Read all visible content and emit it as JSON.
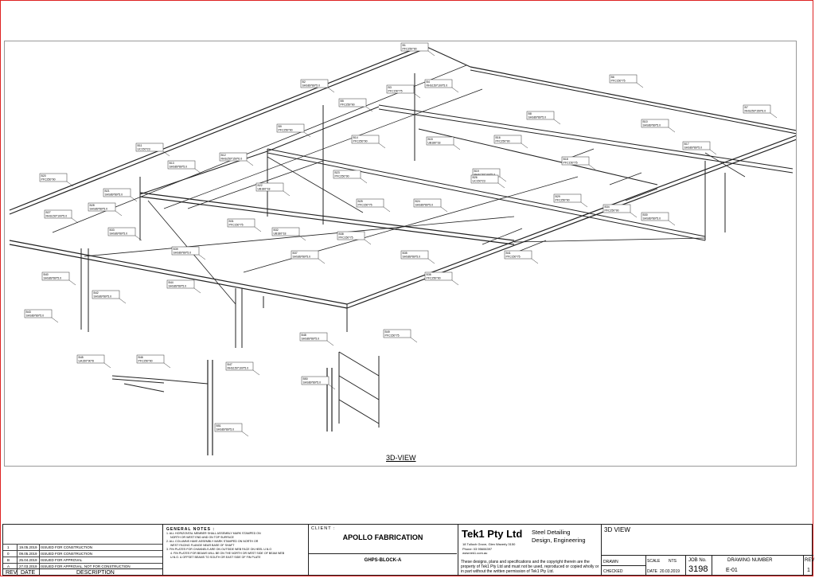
{
  "view_title": "3D-VIEW",
  "member_tags": [
    {
      "mark": "B1",
      "section": "PFC250*90"
    },
    {
      "mark": "B2",
      "section": "SHS89*89*5.0"
    },
    {
      "mark": "B3",
      "section": "PFC150*75"
    },
    {
      "mark": "B4",
      "section": "RHS150*100*5.0"
    },
    {
      "mark": "B5",
      "section": "PFC250*90"
    },
    {
      "mark": "B6",
      "section": "PFC150*75"
    },
    {
      "mark": "B7",
      "section": "RHS250*150*6.0"
    },
    {
      "mark": "B8",
      "section": "SHS89*89*5.0"
    },
    {
      "mark": "B9",
      "section": "PFC250*90"
    },
    {
      "mark": "B10",
      "section": "SHS89*89*5.0"
    },
    {
      "mark": "B11",
      "section": "UC150*23"
    },
    {
      "mark": "B12",
      "section": "RHS250*150*6.0"
    },
    {
      "mark": "B13",
      "section": "SHS89*89*5.0"
    },
    {
      "mark": "B14",
      "section": "PFC250*90"
    },
    {
      "mark": "B15",
      "section": "UB180*18"
    },
    {
      "mark": "B16",
      "section": "PFC250*90"
    },
    {
      "mark": "B17",
      "section": "SHS89*89*5.0"
    },
    {
      "mark": "B18",
      "section": "PFC150*75"
    },
    {
      "mark": "B19",
      "section": "RHS150*100*5.0"
    },
    {
      "mark": "B20",
      "section": "PFC250*90"
    },
    {
      "mark": "B21",
      "section": "SHS89*89*5.0"
    },
    {
      "mark": "B22",
      "section": "UB180*18"
    },
    {
      "mark": "B23",
      "section": "PFC250*90"
    },
    {
      "mark": "B24",
      "section": "SHS89*89*5.0"
    },
    {
      "mark": "B25",
      "section": "PFC150*75"
    },
    {
      "mark": "B26",
      "section": "UC150*23"
    },
    {
      "mark": "B27",
      "section": "RHS150*100*5.0"
    },
    {
      "mark": "B28",
      "section": "SHS89*89*5.0"
    },
    {
      "mark": "B29",
      "section": "PFC250*90"
    },
    {
      "mark": "B30",
      "section": "SHS89*89*5.0"
    },
    {
      "mark": "B31",
      "section": "PFC150*75"
    },
    {
      "mark": "B32",
      "section": "UB180*18"
    },
    {
      "mark": "B33",
      "section": "SHS89*89*5.0"
    },
    {
      "mark": "B34",
      "section": "PFC250*90"
    },
    {
      "mark": "B35",
      "section": "SHS89*89*5.0"
    },
    {
      "mark": "B36",
      "section": "PFC250*90"
    },
    {
      "mark": "B37",
      "section": "SHS89*89*5.0"
    },
    {
      "mark": "B38",
      "section": "PFC150*75"
    },
    {
      "mark": "B39",
      "section": "SHS89*89*5.0"
    },
    {
      "mark": "B40",
      "section": "SHS89*89*5.0"
    },
    {
      "mark": "B41",
      "section": "PFC150*75"
    },
    {
      "mark": "B42",
      "section": "SHS89*89*5.0"
    },
    {
      "mark": "B43",
      "section": "SHS89*89*5.0"
    },
    {
      "mark": "B44",
      "section": "SHS89*89*5.0"
    },
    {
      "mark": "B45",
      "section": "UA150*90*8"
    },
    {
      "mark": "B46",
      "section": "PFC250*90"
    },
    {
      "mark": "B47",
      "section": "RHS150*100*5.0"
    },
    {
      "mark": "B48",
      "section": "SHS89*89*5.0"
    },
    {
      "mark": "B49",
      "section": "PFC150*75"
    },
    {
      "mark": "B50",
      "section": "SHS89*89*5.0"
    },
    {
      "mark": "B51",
      "section": "SHS89*89*5.0"
    }
  ],
  "revisions": [
    {
      "rev": "1",
      "date": "19.05.2019",
      "desc": "ISSUED FOR CONSTRUCTION"
    },
    {
      "rev": "0",
      "date": "09.05.2019",
      "desc": "ISSUED FOR CONSTRUCTION"
    },
    {
      "rev": "B",
      "date": "25.04.2019",
      "desc": "ISSUED FOR APPROVAL"
    },
    {
      "rev": "A",
      "date": "27.03.2019",
      "desc": "ISSUED FOR APPROVAL, NOT FOR CONSTRUCTION"
    }
  ],
  "rev_headers": {
    "rev": "REV",
    "date": "DATE",
    "desc": "DESCRIPTION"
  },
  "notes": {
    "title": "GENERAL NOTES :",
    "items": [
      "1. ALL HORIZONTAL MEMBER SHALL ASSEMBLY MARK STAMPED ON",
      "NORTH OR WEST END AND ON TOP SURFACE",
      "2. ALL COLUMNS HAVE ASSEMBLY MARK STAMPED ON NORTH OR",
      "WEST FACING FLANGE NEAR BASE OF SHAFT",
      "3. FIN PLATES FOR CHANNELS ARE ON OUTSIDE WEB FACE ON HEEL U.N.O",
      "4. FIN PLATES FOR BEAMS WILL BE ON THE NORTH OR WEST SIDE OF BEAM WEB",
      "U.N.O. & OFFSET BEAMS TO SOUTH OR EAST SIDE OF FIN PLATE"
    ]
  },
  "client": {
    "label": "CLIENT :",
    "name": "APOLLO FABRICATION",
    "title": "GHPS-BLOCK-A"
  },
  "company": {
    "name": "Tek1 Pty Ltd",
    "services1": "Steel Detailing",
    "services2": "Design, Engineering",
    "address": "18 Tulloch Grove, Glen Waverly 3150",
    "phone": "Phone: 03 95606397",
    "web": "www.tek1.com.au",
    "copyright": "These designs, plans and specifications and the copyright therein are the property of Tek1 Pty Ltd and must not be used, reproduced or copied wholly or in part without the written permission of Tek1 Pty Ltd."
  },
  "sheet": {
    "view": "3D VIEW",
    "drawn_label": "DRAWN",
    "checked_label": "CHECKED",
    "scale_label": "SCALE",
    "scale": "NTS",
    "date_label": "DATE",
    "date": "20.03.2019",
    "job_label": "JOB No.",
    "job": "3198",
    "drawing_label": "DRAWING NUMBER",
    "drawing": "E-01",
    "rev_label": "REV",
    "rev": "1"
  }
}
